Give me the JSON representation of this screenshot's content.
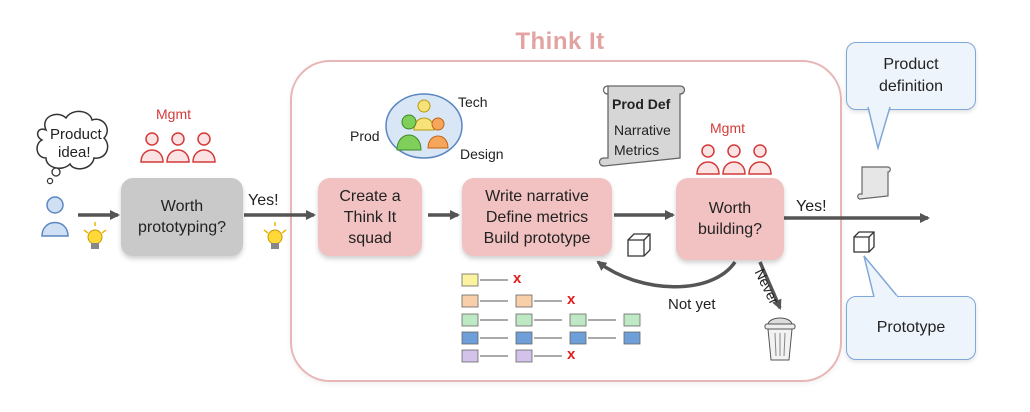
{
  "stage_title": "Think It",
  "start": {
    "thought": [
      "Product",
      "idea!"
    ]
  },
  "mgmt_left": "Mgmt",
  "mgmt_right": "Mgmt",
  "boxes": {
    "worth_prototyping": [
      "Worth",
      "prototyping?"
    ],
    "create_squad": [
      "Create a",
      "Think It",
      "squad"
    ],
    "write_narrative": [
      "Write narrative",
      "Define metrics",
      "Build prototype"
    ],
    "worth_building": [
      "Worth",
      "building?"
    ]
  },
  "squad_roles": {
    "tech": "Tech",
    "prod": "Prod",
    "design": "Design"
  },
  "prod_def_scroll": {
    "title": "Prod Def",
    "lines": [
      "Narrative",
      "Metrics"
    ]
  },
  "arrow_labels": {
    "yes_left": "Yes!",
    "yes_right": "Yes!",
    "not_yet": "Not yet",
    "never": "Never"
  },
  "reject_mark": "x",
  "callouts": {
    "product_definition": [
      "Product",
      "definition"
    ],
    "prototype": "Prototype"
  },
  "colors": {
    "pink_box": "#f2c2c2",
    "grey_box": "#c9c9c9",
    "frame": "#e8b6b6",
    "stage_title": "#e3a3a3",
    "mgmt": "#d43a3a",
    "callout_border": "#7fa7d8",
    "arrow": "#555555"
  },
  "icons": [
    "person-icon",
    "lightbulb-icon",
    "team-icon",
    "scroll-icon",
    "cube-icon",
    "trash-can-icon",
    "squad-circle-icon"
  ]
}
